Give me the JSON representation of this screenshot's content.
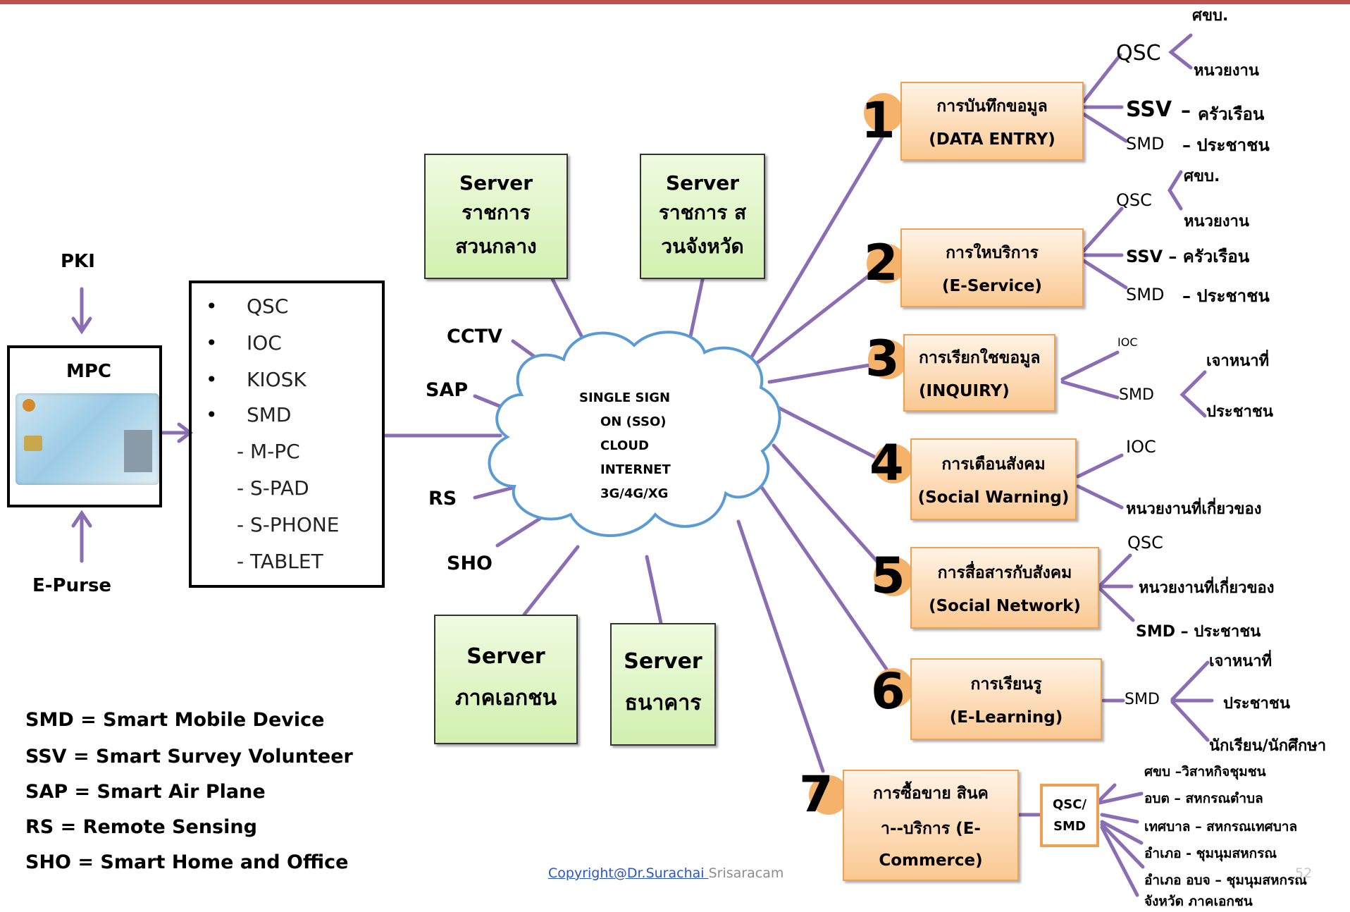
{
  "left": {
    "pki": "PKI",
    "mpc": "MPC",
    "epurse": "E-Purse",
    "list_bullets": [
      "QSC",
      "IOC",
      "KIOSK",
      "SMD"
    ],
    "list_sub": [
      "- M-PC",
      "- S-PAD",
      "- S-PHONE",
      "- TABLET"
    ]
  },
  "legend": [
    "SMD = Smart Mobile Device",
    "SSV = Smart Survey Volunteer",
    "SAP = Smart Air Plane",
    "RS = Remote Sensing",
    "SHO = Smart Home and Office"
  ],
  "peripherals": {
    "cctv": "CCTV",
    "sap": "SAP",
    "rs": "RS",
    "sho": "SHO"
  },
  "cloud": [
    "SINGLE SIGN",
    "ON (SSO)",
    "CLOUD",
    "INTERNET",
    "3G/4G/XG"
  ],
  "servers": {
    "central": [
      "Server",
      "ราชการ",
      "สวนกลาง"
    ],
    "province": [
      "Server",
      "ราชการ ส",
      "วนจังหวัด"
    ],
    "private": [
      "Server",
      "ภาคเอกชน"
    ],
    "bank": [
      "Server",
      "ธนาคาร"
    ]
  },
  "services": [
    {
      "num": "1",
      "line1": "การบันทึกขอมูล",
      "line2": "(DATA ENTRY)"
    },
    {
      "num": "2",
      "line1": "การใหบริการ",
      "line2": "(E-Service)"
    },
    {
      "num": "3",
      "line1": "การเรียกใชขอมูล",
      "line2": "(INQUIRY)"
    },
    {
      "num": "4",
      "line1": "การเตือนสังคม",
      "line2": "(Social Warning)"
    },
    {
      "num": "5",
      "line1": "การสื่อสารกับสังคม",
      "line2": "(Social Network)"
    },
    {
      "num": "6",
      "line1": "การเรียนรู",
      "line2": "(E-Learning)"
    },
    {
      "num": "7",
      "line1": "การซื้อขาย สินค",
      "line2": "า--บริการ (E-",
      "line3": "Commerce)"
    }
  ],
  "branches": {
    "s1": {
      "qsc": "QSC",
      "qsc_a": "ศขบ.",
      "qsc_b": "หนวยงาน",
      "ssv": "SSV",
      "ssv_dash": "–",
      "ssv_r": "ครัวเรือน",
      "smd": "SMD",
      "smd_r": "–  ประชาชน"
    },
    "s2": {
      "qsc": "QSC",
      "qsc_a": "ศขบ.",
      "qsc_b": "หนวยงาน",
      "ssv": "SSV – ครัวเรือน",
      "smd": "SMD",
      "smd_r": "–  ประชาชน"
    },
    "s3": {
      "ioc": "IOC",
      "smd": "SMD",
      "a": "เจาหนาที่",
      "b": "ประชาชน"
    },
    "s4": {
      "ioc": "IOC",
      "b": "หนวยงานที่เกี่ยวของ"
    },
    "s5": {
      "qsc": "QSC",
      "mid": "หนวยงานที่เกี่ยวของ",
      "smd": "SMD – ประชาชน"
    },
    "s6": {
      "smd": "SMD",
      "a": "เจาหนาที่",
      "b": "ประชาชน",
      "c": "นักเรียน/นักศึกษา"
    },
    "s7": {
      "box_line1": "QSC/",
      "box_line2": "SMD",
      "items": [
        "ศขบ –วิสาหกิจชุมชน",
        "อบต – สหกรณตําบล",
        "เทศบาล – สหกรณเทศบาล",
        "อําเภอ - ชุมนุมสหกรณ",
        "อําเภอ อบจ – ชุมนุมสหกรณ",
        "จังหวัด ภาคเอกชน"
      ]
    }
  },
  "footer": {
    "copyright_link": "Copyright@Dr.Surachai ",
    "copyright_name": "Srisaracam",
    "page": "52"
  },
  "colors": {
    "connector": "#8b6db3",
    "cloud": "#5b9bd5",
    "orange_fill": "#fbc891",
    "orange_border": "#f0a050",
    "green_fill": "#d2f0b0",
    "top_bar": "#c0504d"
  }
}
